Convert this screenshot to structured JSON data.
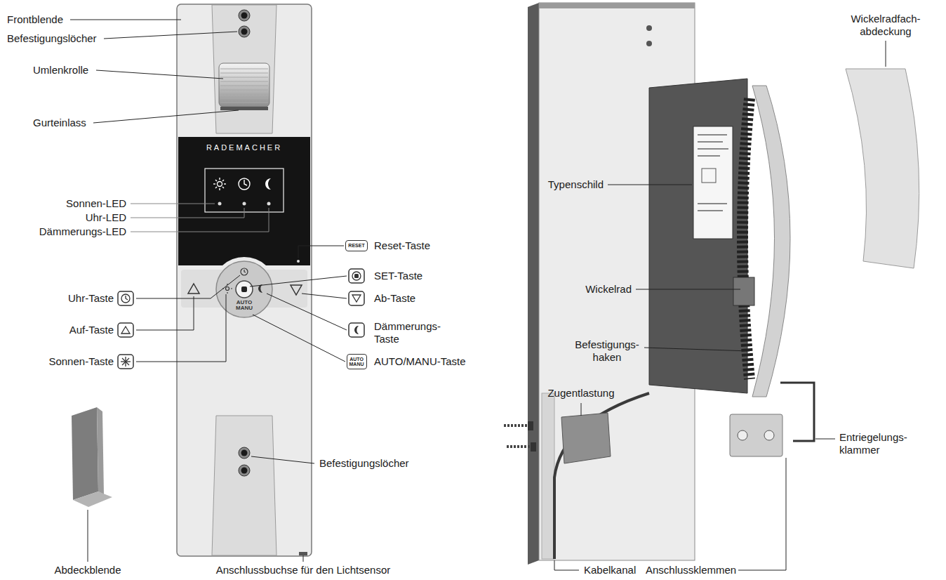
{
  "diagram": {
    "nodes": [
      {
        "text": [
          "RADEMACHER"
        ]
      },
      {
        "text": [
          "RESET"
        ]
      },
      {
        "text": [
          "AUTO MANU"
        ]
      },
      {
        "text": [
          "AUTO MANU"
        ]
      }
    ],
    "labels": [
      "Frontblende",
      "Befestigungslöcher",
      "Umlenkrolle",
      "Gurteinlass",
      "Sonnen-LED",
      "Uhr-LED",
      "Dämmerungs-LED",
      "Uhr-Taste",
      "Auf-Taste",
      "Sonnen-Taste",
      "Abdeckblende",
      "Anschlussbuchse für den Lichtsensor",
      "Befestigungslöcher",
      "Reset-Taste",
      "SET-Taste",
      "Ab-Taste",
      "Dämmerungs- Taste",
      "AUTO/MANU-Taste",
      "Typenschild",
      "Wickelrad",
      "Befestigungs- haken",
      "Zugentlastung",
      "Wickelradfach- abdeckung",
      "Entriegelungs- klammer",
      "Kabelkanal",
      "Anschlussklemmen"
    ]
  }
}
